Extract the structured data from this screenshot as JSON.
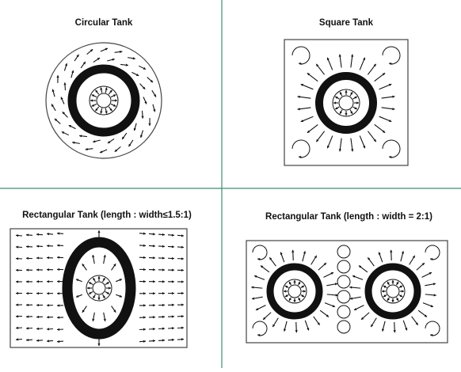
{
  "panels": [
    {
      "title": "Circular Tank"
    },
    {
      "title": "Square Tank"
    },
    {
      "title": "Rectangular Tank (length : width≤1.5:1)"
    },
    {
      "title": "Rectangular Tank (length : width = 2:1)"
    }
  ],
  "colors": {
    "divider": "#3f8f6f",
    "ink": "#111111",
    "tank_outline": "#444444",
    "background": "#ffffff"
  }
}
